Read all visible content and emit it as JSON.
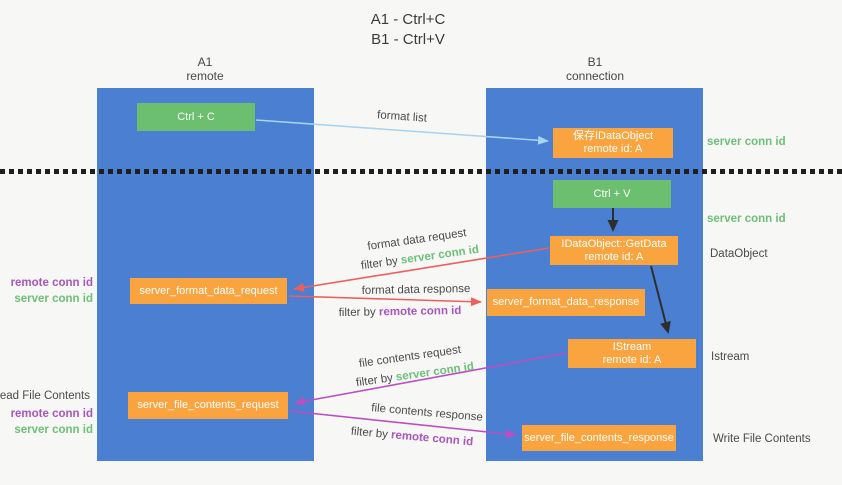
{
  "title": {
    "line1": "A1 - Ctrl+C",
    "line2": "B1 - Ctrl+V"
  },
  "columns": {
    "left": {
      "header_line1": "A1",
      "header_line2": "remote"
    },
    "right": {
      "header_line1": "B1",
      "header_line2": "connection"
    }
  },
  "nodes": {
    "ctrl_c": "Ctrl + C",
    "ctrl_v": "Ctrl + V",
    "save_idataobject": {
      "line1": "保存IDataObject",
      "line2": "remote id: A"
    },
    "getdata": {
      "line1": "IDataObject::GetData",
      "line2": "remote id: A"
    },
    "istream": {
      "line1": "IStream",
      "line2": "remote id: A"
    },
    "server_format_data_request": "server_format_data_request",
    "server_format_data_response": "server_format_data_response",
    "server_file_contents_request": "server_file_contents_request",
    "server_file_contents_response": "server_file_contents_response"
  },
  "labels": {
    "format_list": "format list",
    "format_data_request": "format data request",
    "format_data_response": "format data response",
    "file_contents_request": "file contents request",
    "file_contents_response": "file contents response",
    "filter_by": "filter by ",
    "server_conn_id": "server conn id",
    "remote_conn_id": "remote conn id"
  },
  "side_labels": {
    "left": {
      "remote_conn_id": "remote conn id",
      "server_conn_id": "server conn id",
      "read_file_contents": "Read File Contents"
    },
    "right": {
      "server_conn_id_top": "server conn id",
      "server_conn_id_mid": "server conn id",
      "dataobject": "DataObject",
      "istream": "Istream",
      "write_file_contents": "Write File Contents"
    }
  },
  "colors": {
    "lifeline_blue": "#4a7fd2",
    "node_green": "#6cbf6e",
    "node_orange": "#f9a43f",
    "arrow_light_blue": "#a8d4f1",
    "arrow_red": "#ee5f5b",
    "arrow_magenta": "#bb4fc2",
    "arrow_black": "#2e2e2e",
    "text_green": "#6cc077",
    "text_purple": "#a855bd",
    "background": "#f7f7f6"
  }
}
